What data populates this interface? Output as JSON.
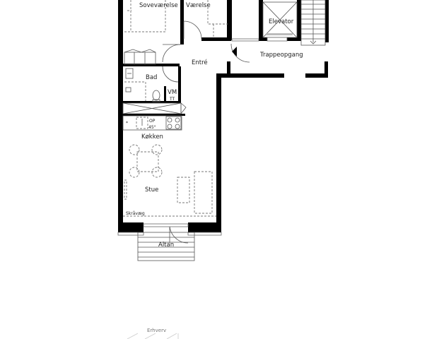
{
  "plan": {
    "rooms": {
      "soveværelse": "Soveværelse",
      "værelse": "Værelse",
      "elevator": "Elevator",
      "entre": "Entré",
      "trappeopgang": "Trappeopgang",
      "bad": "Bad",
      "vm": "VM",
      "tt": "TT",
      "kokken": "Køkken",
      "stue": "Stue",
      "skravaeg": "Skråvæg",
      "altan": "Altan",
      "erhverv": "Erhverv"
    },
    "kitchen_labels": {
      "op": "OP",
      "angle": "45°",
      "star": "*"
    },
    "colors": {
      "wall": "#000000",
      "line": "#555555",
      "dashed": "#777777",
      "background": "#ffffff"
    }
  }
}
